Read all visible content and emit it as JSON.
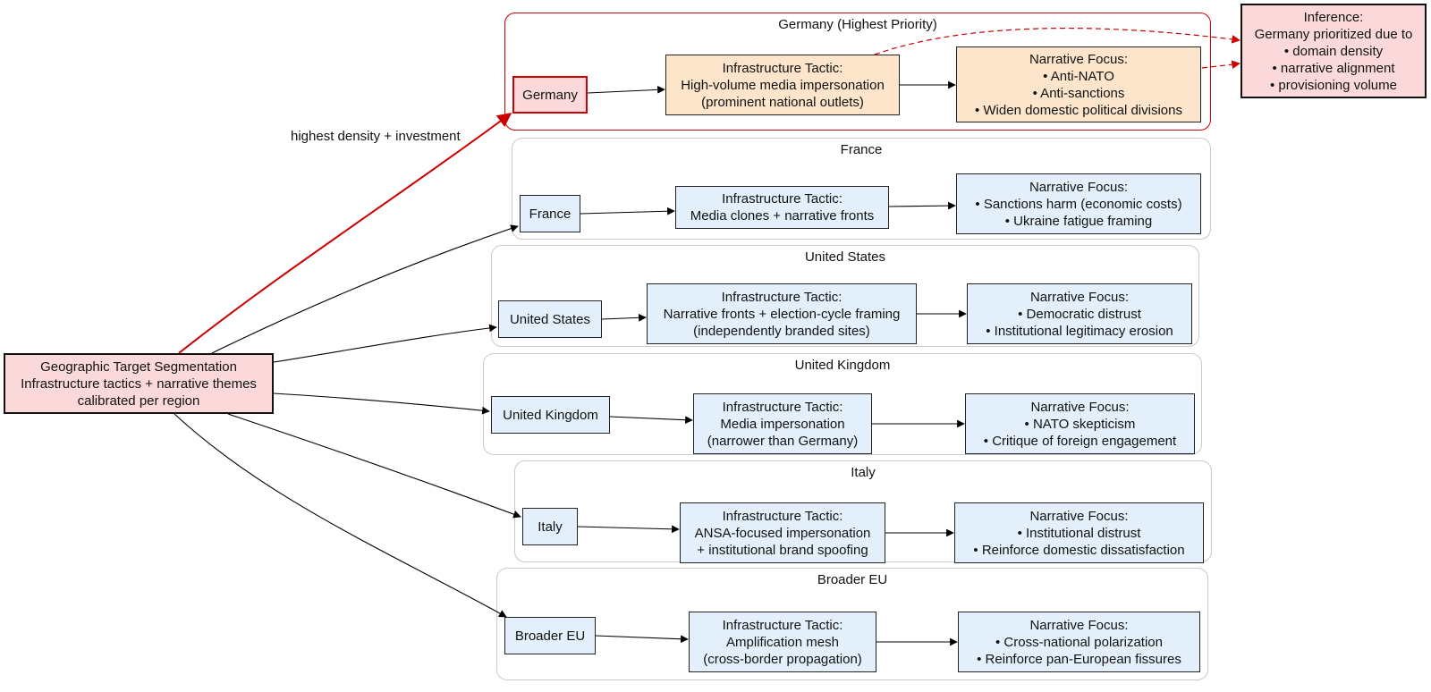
{
  "root": {
    "lines": [
      "Geographic Target Segmentation",
      "Infrastructure tactics + narrative themes",
      "calibrated per region"
    ]
  },
  "edge_label": "highest density + investment",
  "inference": {
    "lines": [
      "Inference:",
      "Germany prioritized due to",
      "• domain density",
      "• narrative alignment",
      "• provisioning volume"
    ]
  },
  "regions": [
    {
      "cluster_title": "Germany (Highest Priority)",
      "node": "Germany",
      "tactic": [
        "Infrastructure Tactic:",
        "High-volume media impersonation",
        "(prominent national outlets)"
      ],
      "focus": [
        "Narrative Focus:",
        "• Anti-NATO",
        "• Anti-sanctions",
        "• Widen domestic political divisions"
      ]
    },
    {
      "cluster_title": "France",
      "node": "France",
      "tactic": [
        "Infrastructure Tactic:",
        "Media clones + narrative fronts"
      ],
      "focus": [
        "Narrative Focus:",
        "• Sanctions harm (economic costs)",
        "• Ukraine fatigue framing"
      ]
    },
    {
      "cluster_title": "United States",
      "node": "United States",
      "tactic": [
        "Infrastructure Tactic:",
        "Narrative fronts + election-cycle framing",
        "(independently branded sites)"
      ],
      "focus": [
        "Narrative Focus:",
        "• Democratic distrust",
        "• Institutional legitimacy erosion"
      ]
    },
    {
      "cluster_title": "United Kingdom",
      "node": "United Kingdom",
      "tactic": [
        "Infrastructure Tactic:",
        "Media impersonation",
        "(narrower than Germany)"
      ],
      "focus": [
        "Narrative Focus:",
        "• NATO skepticism",
        "• Critique of foreign engagement"
      ]
    },
    {
      "cluster_title": "Italy",
      "node": "Italy",
      "tactic": [
        "Infrastructure Tactic:",
        "ANSA-focused impersonation",
        "+ institutional brand spoofing"
      ],
      "focus": [
        "Narrative Focus:",
        "• Institutional distrust",
        "• Reinforce domestic dissatisfaction"
      ]
    },
    {
      "cluster_title": "Broader EU",
      "node": "Broader EU",
      "tactic": [
        "Infrastructure Tactic:",
        "Amplification mesh",
        "(cross-border propagation)"
      ],
      "focus": [
        "Narrative Focus:",
        "• Cross-national polarization",
        "• Reinforce pan-European fissures"
      ]
    }
  ],
  "colors": {
    "highlight": "#cc0000",
    "node_blue": "#e3f0fc",
    "node_orange": "#fde5cc",
    "node_pink": "#fbd9da"
  }
}
